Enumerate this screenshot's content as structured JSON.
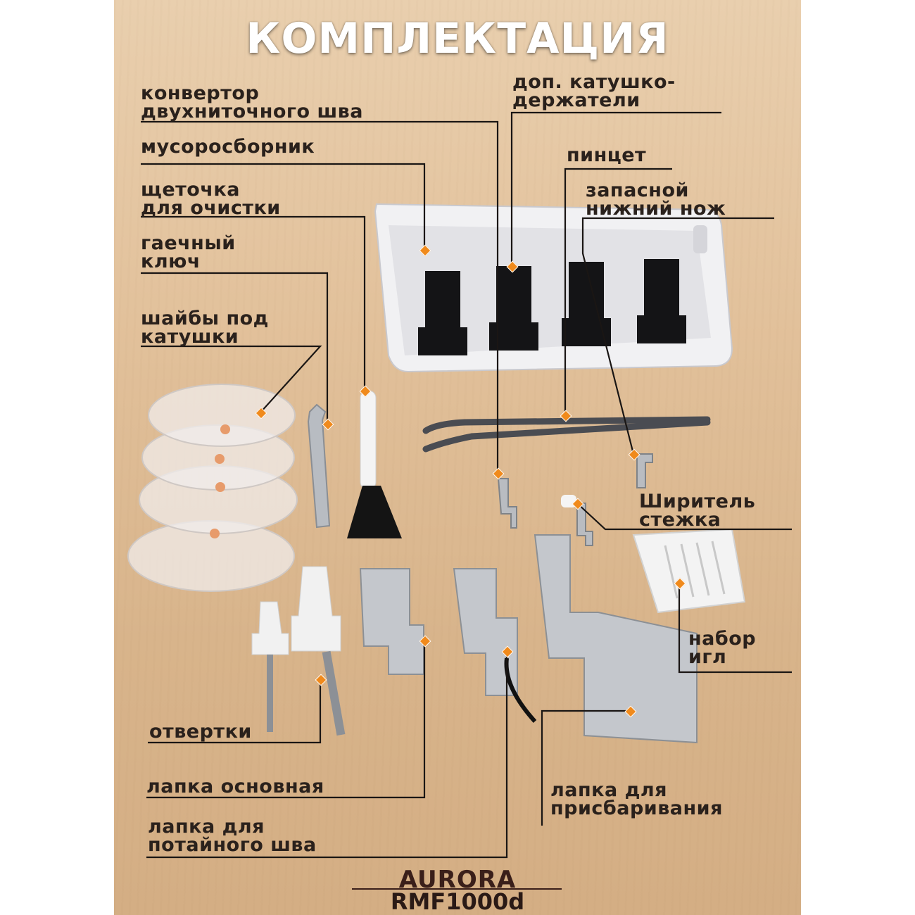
{
  "title": "КОМПЛЕКТАЦИЯ",
  "labels": {
    "converter": "конвертор\nдвухниточного шва",
    "waste": "мусоросборник",
    "brush": "щеточка\nдля очистки",
    "wrench": "гаечный\nключ",
    "washers": "шайбы под\nкатушки",
    "holders": "доп. катушко-\nдержатели",
    "tweezers": "пинцет",
    "knife": "запасной\nнижний нож",
    "widener": "Ширитель\nстежка",
    "needles": "набор\nигл",
    "screwdrivers": "отвертки",
    "foot_main": "лапка основная",
    "foot_blind": "лапка для\nпотайного шва",
    "foot_gather": "лапка для\nприсбаривания"
  },
  "brand": "AURORA",
  "model": "RMF1000d",
  "colors": {
    "accent": "#f08a1c",
    "line": "#1a1614",
    "text": "#2a211c",
    "brand": "#3a1f1a"
  }
}
